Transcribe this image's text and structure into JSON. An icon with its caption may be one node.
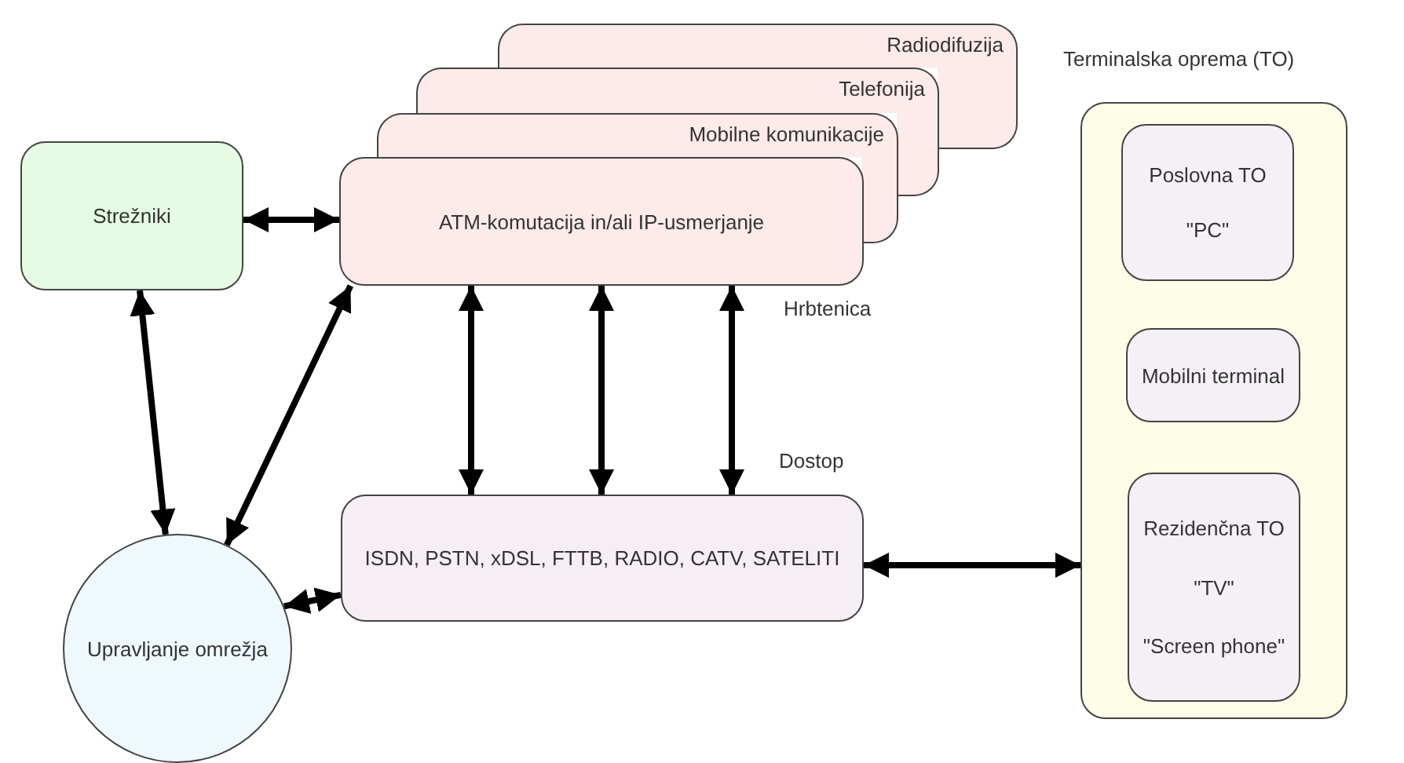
{
  "diagram": {
    "nodes": [
      {
        "text": [
          "Radiodifuzija"
        ]
      },
      {
        "text": [
          "Telefonija"
        ]
      },
      {
        "text": [
          "Mobilne komunikacije"
        ]
      },
      {
        "text": [
          "ATM-komutacija in/ali IP-usmerjanje"
        ],
        "beside": [
          "Hrbtenica"
        ]
      },
      {
        "text": [
          "Strežniki"
        ]
      },
      {
        "text": [
          "Upravljanje omrežja"
        ]
      },
      {
        "text": [
          "ISDN, PSTN, xDSL, FTTB, RADIO, CATV, SATELITI"
        ],
        "beside": [
          "Dostop"
        ]
      },
      {
        "text": [
          "Terminalska oprema (TO)"
        ]
      },
      {
        "text": [
          "Poslovna TO",
          "\"PC\""
        ],
        "in": 7
      },
      {
        "text": [
          "Mobilni terminal"
        ],
        "in": 7
      },
      {
        "text": [
          "Rezidenčna TO",
          "\"TV\"",
          "\"Screen phone\""
        ],
        "in": 7
      }
    ],
    "edges": [
      {
        "from": 4,
        "to": 3,
        "arrow": "both"
      },
      {
        "from": 4,
        "to": 5,
        "arrow": "both"
      },
      {
        "from": 5,
        "to": 3,
        "arrow": "both"
      },
      {
        "from": 3,
        "to": 6,
        "arrow": "both"
      },
      {
        "from": 3,
        "to": 6,
        "arrow": "both"
      },
      {
        "from": 3,
        "to": 6,
        "arrow": "both"
      },
      {
        "from": 5,
        "to": 6,
        "arrow": "both"
      },
      {
        "from": 6,
        "to": 7,
        "arrow": "both"
      }
    ]
  }
}
